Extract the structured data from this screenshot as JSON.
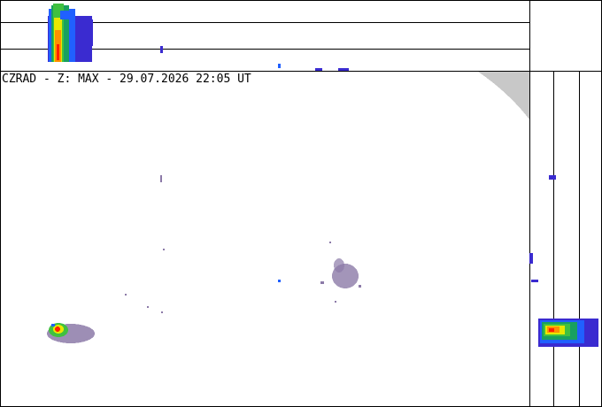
{
  "header": {
    "source": "CZRAD",
    "product": "Z: MAX",
    "date": "29.07.2026",
    "time": "22:05",
    "timezone": "UT",
    "title_line": "CZRAD - Z: MAX - 29.07.2026 22:05 UT"
  },
  "colors": {
    "background": "#ffffff",
    "grid": "#000000",
    "out_of_range": "#c8c8c8",
    "weak_echo": "#8c7aa8",
    "reflectivity_scale": [
      "#3a2bd0",
      "#2060ff",
      "#18a060",
      "#40c040",
      "#e8e800",
      "#ff9000",
      "#ff2000"
    ]
  },
  "panels": [
    "top-cross-section",
    "main-max-map",
    "right-cross-section"
  ]
}
